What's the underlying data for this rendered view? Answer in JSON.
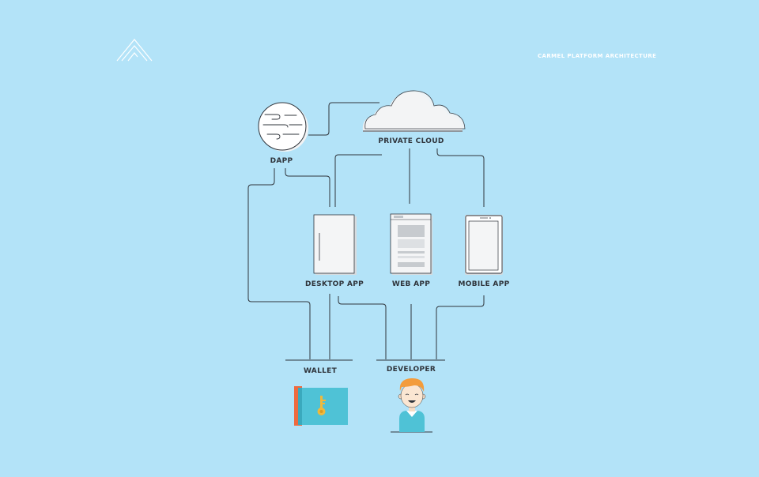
{
  "header": {
    "title": "CARMEL PLATFORM ARCHITECTURE",
    "logo_icon": "mountain-logo-icon"
  },
  "nodes": {
    "dapp": "DAPP",
    "private_cloud": "PRIVATE CLOUD",
    "desktop_app": "DESKTOP APP",
    "web_app": "WEB APP",
    "mobile_app": "MOBILE APP",
    "wallet": "WALLET",
    "developer": "DEVELOPER"
  },
  "colors": {
    "background": "#b3e3f8",
    "line": "#2f343b",
    "wallet_teal": "#4fc2d6",
    "wallet_orange": "#ef6a3f",
    "key_gold": "#f0b93c",
    "developer_hair": "#f39c3c",
    "developer_shirt": "#4fc2d6"
  }
}
